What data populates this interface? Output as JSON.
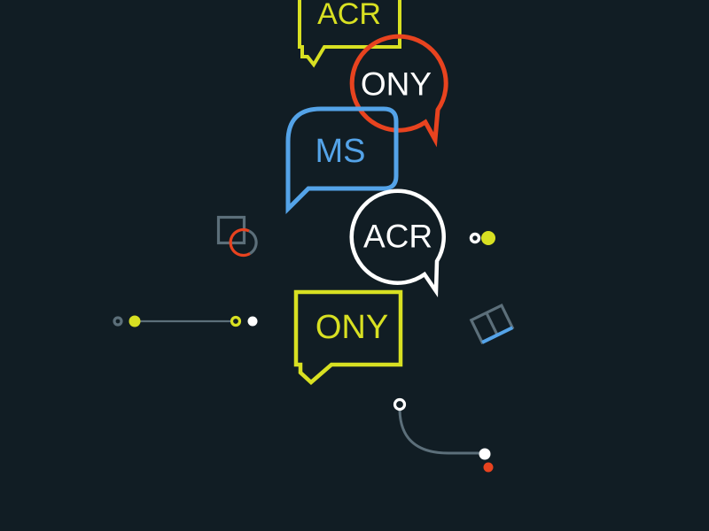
{
  "illustration": {
    "description": "Speech-bubble illustration spelling acronym syllables on a dark background",
    "background_color": "#111d24",
    "bubbles": [
      {
        "id": "acr-top",
        "shape": "rectangle-cut-off-top",
        "stroke": "#d8e022",
        "label": "ACR",
        "label_color": "#d8e022"
      },
      {
        "id": "ony-circle",
        "shape": "circle",
        "stroke": "#e8431f",
        "label": "ONY",
        "label_color": "#ffffff"
      },
      {
        "id": "ms-rounded",
        "shape": "rounded-rectangle",
        "stroke": "#54a3e8",
        "label": "MS",
        "label_color": "#54a3e8"
      },
      {
        "id": "acr-circle",
        "shape": "circle",
        "stroke": "#ffffff",
        "label": "ACR",
        "label_color": "#ffffff"
      },
      {
        "id": "ony-rect",
        "shape": "rectangle",
        "stroke": "#d8e022",
        "label": "ONY",
        "label_color": "#d8e022"
      }
    ],
    "decorations": {
      "square_circle": {
        "square_stroke": "#5c6f7a",
        "circle_red": "#e8431f",
        "circle_slate": "#5c6f7a"
      },
      "dots_pair": {
        "ring": "#ffffff",
        "dot": "#d8e022"
      },
      "line_dots": {
        "ring_left": "#5c6f7a",
        "dot_yellow": "#d8e022",
        "line": "#5c6f7a",
        "ring_yellow": "#d8e022",
        "dot_white": "#ffffff"
      },
      "book": {
        "outline": "#5c6f7a",
        "edge": "#54a3e8"
      },
      "curve": {
        "ring": "#ffffff",
        "path": "#5c6f7a",
        "dot_white": "#ffffff",
        "dot_red": "#e8431f"
      }
    }
  }
}
